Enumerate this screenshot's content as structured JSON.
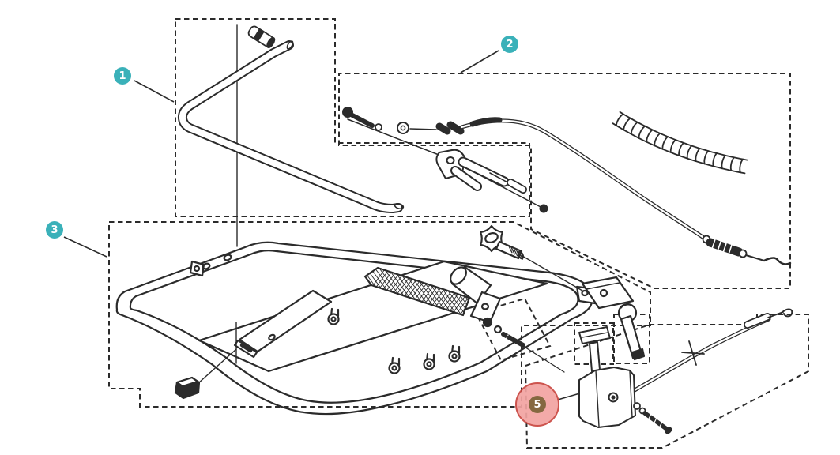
{
  "diagram": {
    "type": "exploded-parts-diagram",
    "background": "#ffffff",
    "line_color": "#2b2b2b",
    "callouts": [
      {
        "id": "callout-1",
        "label": "1",
        "fill": "#3ab1b9",
        "text_color": "#ffffff",
        "highlighted": false
      },
      {
        "id": "callout-2",
        "label": "2",
        "fill": "#3ab1b9",
        "text_color": "#ffffff",
        "highlighted": false
      },
      {
        "id": "callout-3",
        "label": "3",
        "fill": "#3ab1b9",
        "text_color": "#ffffff",
        "highlighted": false
      },
      {
        "id": "callout-5",
        "label": "5",
        "fill": "#7b5c30",
        "text_color": "#ffffff",
        "highlighted": true,
        "halo_fill": "#f2a3a1",
        "halo_border": "#c9463f"
      }
    ],
    "groups": [
      {
        "callout": "1",
        "name": "handlebar-assembly"
      },
      {
        "callout": "2",
        "name": "throttle-cable-assembly"
      },
      {
        "callout": "3",
        "name": "frame-assembly"
      },
      {
        "callout": "5",
        "name": "throttle-control-assembly"
      }
    ]
  }
}
